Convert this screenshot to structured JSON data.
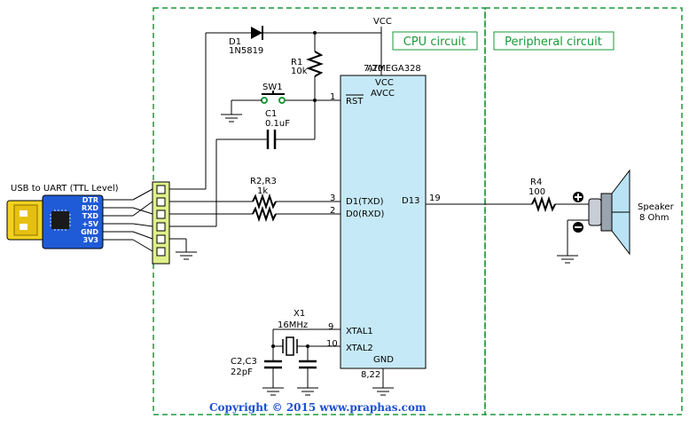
{
  "colors": {
    "section_border": "#1a9a3a",
    "chip_fill": "#c6e9f7",
    "connector_fill": "#dff08a",
    "usb_body": "#1f5bd6",
    "usb_plug": "#f2d21f",
    "copyright": "#1a4fd0"
  },
  "sections": {
    "cpu": "CPU circuit",
    "peripheral": "Peripheral circuit"
  },
  "power": {
    "vcc": "VCC"
  },
  "chip": {
    "name": "ATMEGA328",
    "vcc_pins": "7,20",
    "vcc": "VCC",
    "avcc": "AVCC",
    "rst_pin": "1",
    "rst": "RST",
    "d1_pin": "3",
    "d1": "D1(TXD)",
    "d0_pin": "2",
    "d0": "D0(RXD)",
    "d13": "D13",
    "d13_pin": "19",
    "xtal1_pin": "9",
    "xtal1": "XTAL1",
    "xtal2_pin": "10",
    "xtal2": "XTAL2",
    "gnd": "GND",
    "gnd_pins": "8,22"
  },
  "components": {
    "d1": {
      "ref": "D1",
      "value": "1N5819"
    },
    "r1": {
      "ref": "R1",
      "value": "10k"
    },
    "sw1": {
      "ref": "SW1"
    },
    "c1": {
      "ref": "C1",
      "value": "0.1uF"
    },
    "r2r3": {
      "ref": "R2,R3",
      "value": "1k"
    },
    "r4": {
      "ref": "R4",
      "value": "100"
    },
    "x1": {
      "ref": "X1",
      "value": "16MHz"
    },
    "c2c3": {
      "ref": "C2,C3",
      "value": "22pF"
    },
    "speaker": {
      "name": "Speaker",
      "value": "8 Ohm"
    }
  },
  "usb": {
    "title": "USB to UART (TTL Level)",
    "pins": [
      "DTR",
      "RXD",
      "TXD",
      "+5V",
      "GND",
      "3V3"
    ]
  },
  "copyright": "Copyright © 2015 www.praphas.com"
}
